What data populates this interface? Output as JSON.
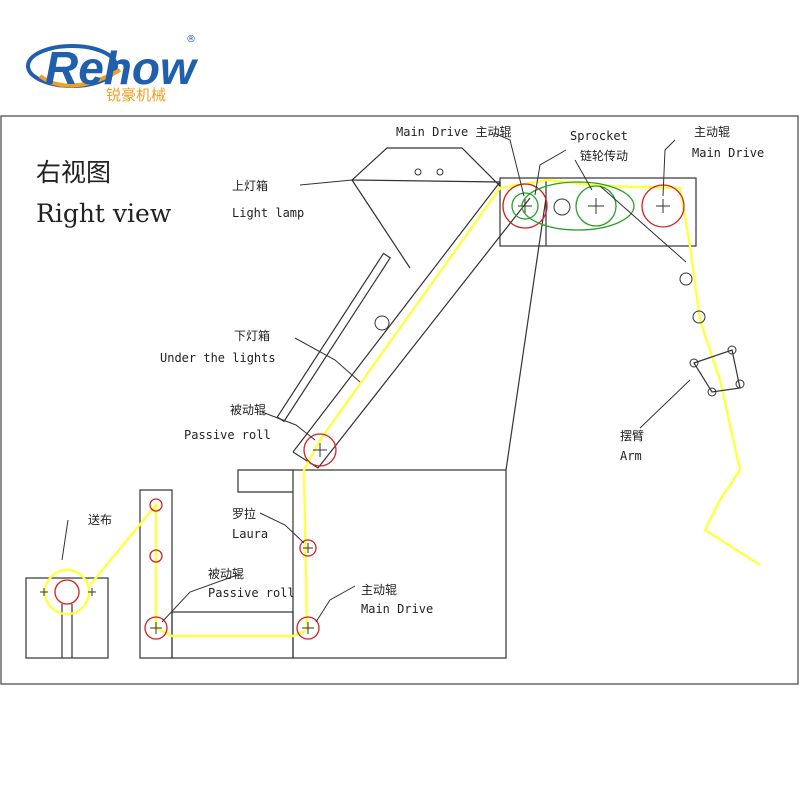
{
  "logo": {
    "brand": "Rehow",
    "brand_cn": "锐豪机械",
    "registered": "®",
    "color_blue": "#1f5fae",
    "color_orange": "#f0a020"
  },
  "view": {
    "title_cn": "右视图",
    "title_en": "Right view"
  },
  "labels": {
    "main_drive_top": "Main Drive 主动辊",
    "sprocket_en": "Sprocket",
    "sprocket_cn": "链轮传动",
    "main_drive_right_cn": "主动辊",
    "main_drive_right_en": "Main Drive",
    "light_lamp_cn": "上灯箱",
    "light_lamp_en": "Light lamp",
    "under_lights_cn": "下灯箱",
    "under_lights_en": "Under the lights",
    "passive_roll_cn": "被动辊",
    "passive_roll_en": "Passive roll",
    "laura_cn": "罗拉",
    "laura_en": "Laura",
    "passive_roll2_cn": "被动辊",
    "passive_roll2_en": "Passive roll",
    "main_drive_bottom_cn": "主动辊",
    "main_drive_bottom_en": "Main Drive",
    "feed_cn": "送布",
    "arm_cn": "摆臂",
    "arm_en": "Arm"
  },
  "colors": {
    "yarn": "#ffff44",
    "roller": "#d42020",
    "sprocket": "#2aa02a",
    "outline": "#333333"
  }
}
